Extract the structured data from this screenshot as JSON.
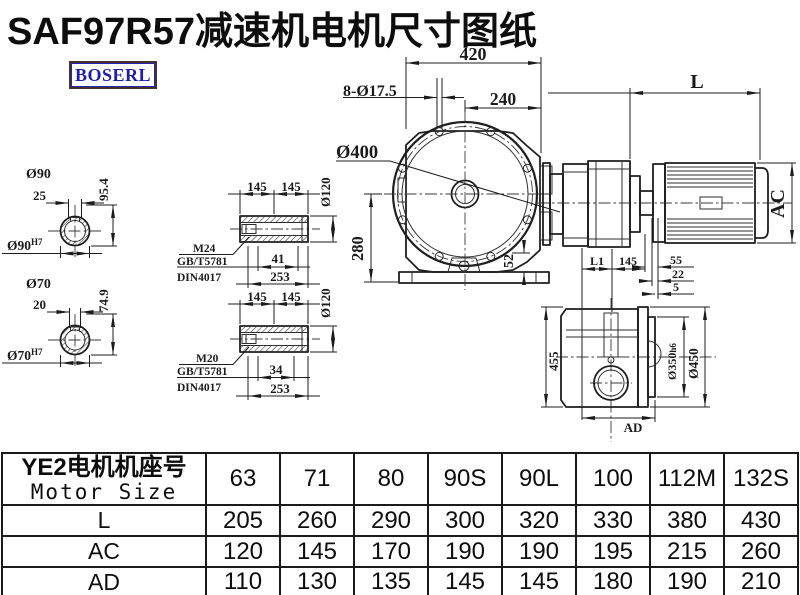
{
  "title": "SAF97R57减速机电机尺寸图纸",
  "logo": "BOSERL",
  "views": {
    "hub90": {
      "dia": "Ø90",
      "key": "25",
      "height": "95.4",
      "bore": "Ø90",
      "tol": "H7"
    },
    "hub70": {
      "dia": "Ø70",
      "key": "20",
      "height": "74.9",
      "bore": "Ø70",
      "tol": "H7"
    },
    "shaft24": {
      "l1": "145",
      "l2": "145",
      "dia": "Ø120",
      "thread": "M24",
      "std1": "GB/T5781",
      "std2": "DIN4017",
      "key": "41",
      "total": "253"
    },
    "shaft20": {
      "l1": "145",
      "l2": "145",
      "dia": "Ø120",
      "thread": "M20",
      "std1": "GB/T5781",
      "std2": "DIN4017",
      "key": "34",
      "total": "253"
    },
    "front": {
      "width": "420",
      "holes": "8-Ø17.5",
      "half": "240",
      "dia": "Ø400",
      "height": "280",
      "foot": "52"
    },
    "side": {
      "length": "L",
      "ac": "AC",
      "l1": "L1",
      "flange": "145",
      "d55": "55",
      "d22": "22",
      "d5": "5"
    },
    "rear": {
      "height": "455",
      "spigot": "Ø350",
      "spigot_tol": "h6",
      "flange": "Ø450",
      "ad": "AD"
    }
  },
  "table": {
    "header_cn": "YE2电机机座号",
    "header_en": "Motor Size",
    "columns": [
      "63",
      "71",
      "80",
      "90S",
      "90L",
      "100",
      "112M",
      "132S"
    ],
    "rows": [
      {
        "label": "L",
        "values": [
          "205",
          "260",
          "290",
          "300",
          "320",
          "330",
          "380",
          "430"
        ]
      },
      {
        "label": "AC",
        "values": [
          "120",
          "145",
          "170",
          "190",
          "190",
          "195",
          "215",
          "260"
        ]
      },
      {
        "label": "AD",
        "values": [
          "110",
          "130",
          "135",
          "145",
          "145",
          "180",
          "190",
          "210"
        ]
      }
    ]
  }
}
